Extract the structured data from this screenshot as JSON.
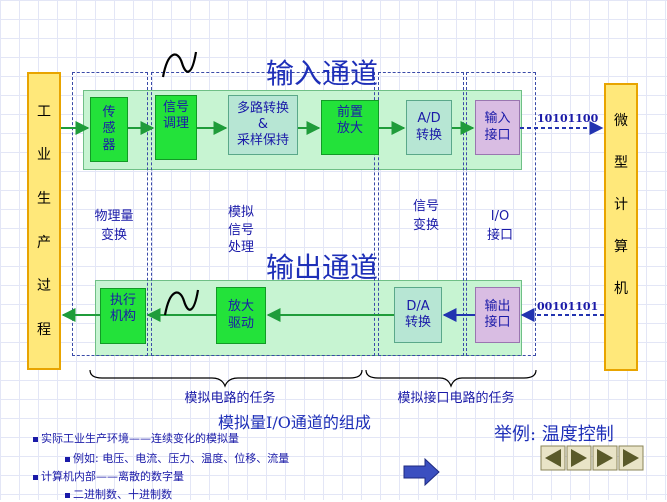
{
  "left_column": {
    "text": [
      "工",
      "业",
      "生",
      "产",
      "过",
      "程"
    ]
  },
  "right_column": {
    "text": [
      "微",
      "型",
      "计",
      "算",
      "机"
    ]
  },
  "input_channel": {
    "title": "输入通道",
    "blocks": {
      "sensor": "传\n感\n器",
      "conditioning": "信号\n调理",
      "mux_sh": "多路转换\n&\n采样保持",
      "preamp": "前置\n放大",
      "adc": "A/D\n转换",
      "input_port": "输入\n接口"
    },
    "bits": "10101100"
  },
  "output_channel": {
    "title": "输出通道",
    "blocks": {
      "actuator": "执行\n机构",
      "driver_amp": "放大\n驱动",
      "dac": "D/A\n转换",
      "output_port": "输出\n接口"
    },
    "bits": "00101101"
  },
  "stage_labels": {
    "physical": "物理量\n变换",
    "analog": "模拟\n信号\n处理",
    "signal_conv": "信号\n变换",
    "io_port": "I/O\n接口"
  },
  "braces": {
    "analog_tasks": "模拟电路的任务",
    "interface_tasks": "模拟接口电路的任务"
  },
  "caption": "模拟量I/O通道的组成",
  "example": "举例: 温度控制",
  "bullets": [
    {
      "text": "实际工业生产环境——连续变化的模拟量",
      "level": 1
    },
    {
      "text": "例如: 电压、电流、压力、温度、位移、流量",
      "level": 2
    },
    {
      "text": "计算机内部——离散的数字量",
      "level": 1
    },
    {
      "text": "二进制数、十进制数",
      "level": 2
    }
  ],
  "colors": {
    "column_fill": "#ffe87a",
    "column_border": "#e8a400",
    "band_fill": "#c7f4d2",
    "block_green": "#23e23a",
    "block_light": "#b7e6d4",
    "block_pink": "#d9bde3",
    "text_blue": "#1a1aa8",
    "arrow": "#1f9c3a",
    "arrow_blue": "#2233b0"
  },
  "icons": {
    "sine": "sine-wave-icon",
    "next": "next-arrow-icon",
    "nav": "nav-buttons-icon"
  }
}
